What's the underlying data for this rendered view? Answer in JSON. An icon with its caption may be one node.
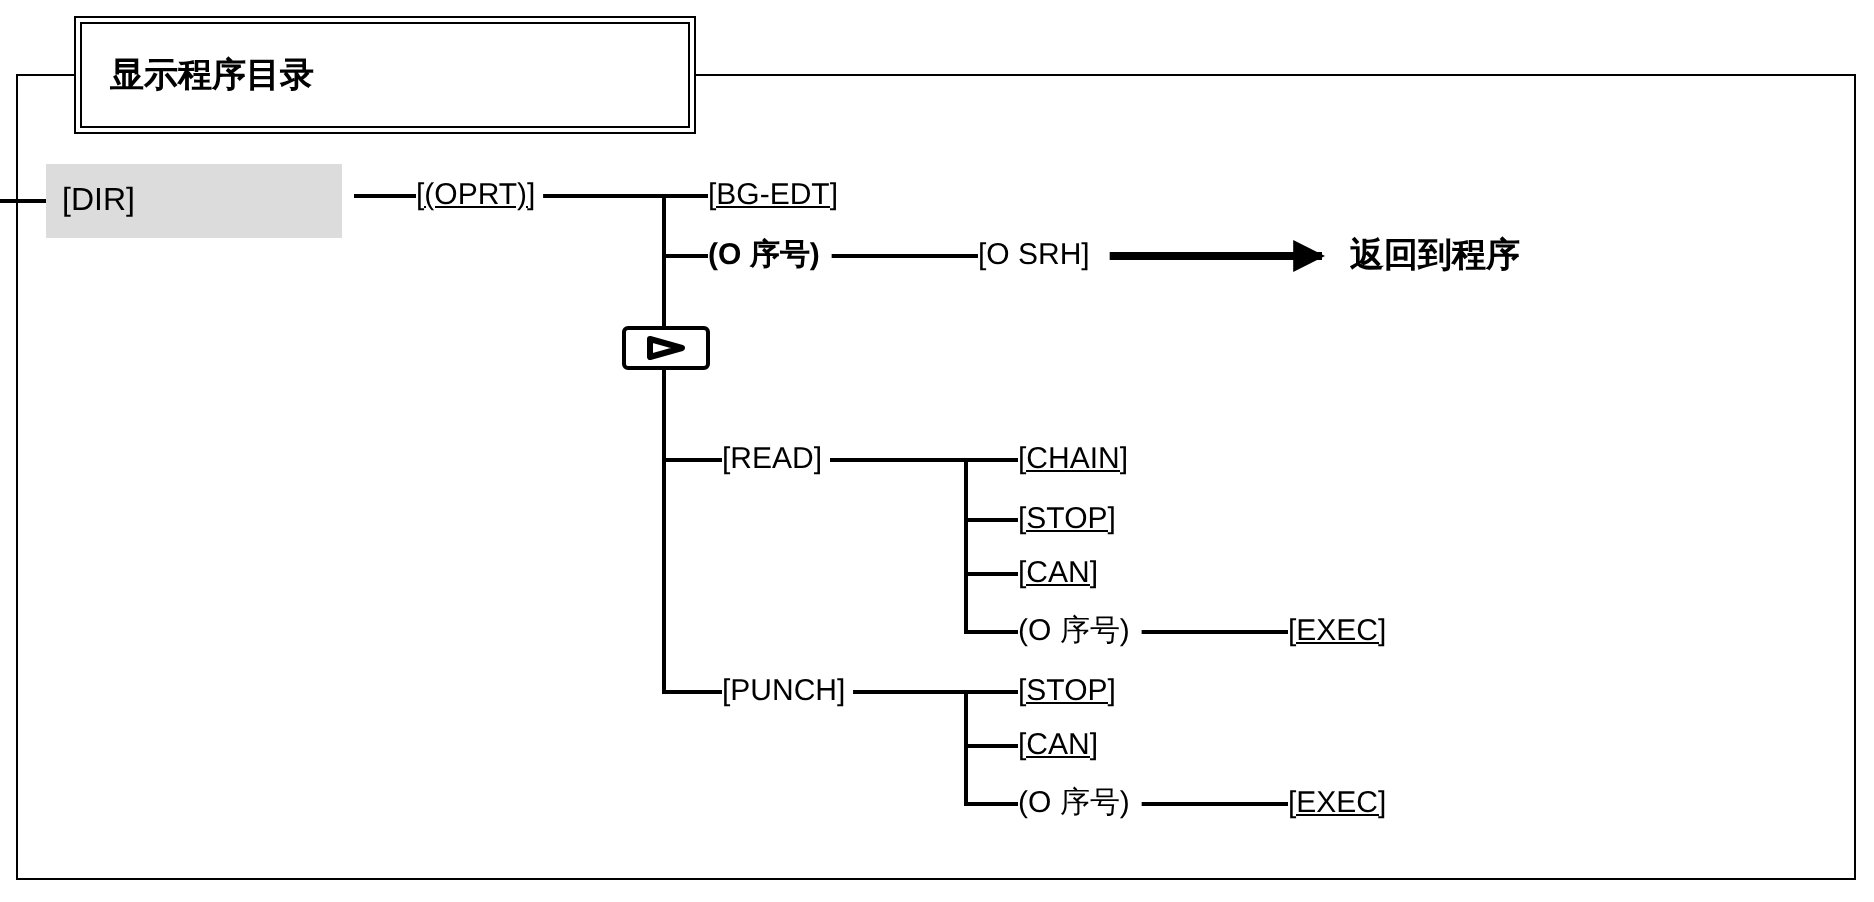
{
  "diagram": {
    "nodes": [
      {
        "text": [],
        "shape": "box"
      },
      {
        "text": [
          "显示程序目录"
        ]
      },
      {
        "text": [
          "[DIR]"
        ],
        "in": 0
      },
      {
        "text": [
          "[(OPRT)]"
        ],
        "in": 0
      },
      {
        "text": [
          "[BG-EDT]"
        ],
        "in": 0
      },
      {
        "text": [
          "(O 序号)"
        ],
        "in": 0
      },
      {
        "text": [
          "[O SRH]"
        ],
        "in": 0
      },
      {
        "text": [
          "返回到程序"
        ],
        "in": 0
      },
      {
        "text": [],
        "shape": "box",
        "in": 0
      },
      {
        "text": [
          "[READ]"
        ],
        "in": 0
      },
      {
        "text": [
          "[CHAIN]"
        ],
        "in": 0
      },
      {
        "text": [
          "[STOP]"
        ],
        "in": 0
      },
      {
        "text": [
          "[CAN]"
        ],
        "in": 0
      },
      {
        "text": [
          "(O 序号)"
        ],
        "in": 0
      },
      {
        "text": [
          "[EXEC]"
        ],
        "in": 0
      },
      {
        "text": [
          "[PUNCH]"
        ],
        "in": 0
      },
      {
        "text": [
          "[STOP]"
        ],
        "in": 0
      },
      {
        "text": [
          "[CAN]"
        ],
        "in": 0
      },
      {
        "text": [
          "(O 序号)"
        ],
        "in": 0
      },
      {
        "text": [
          "[EXEC]"
        ],
        "in": 0
      }
    ],
    "edges": [
      {
        "from": null,
        "to": 2,
        "arrow": "none"
      },
      {
        "from": 2,
        "to": 3,
        "arrow": "none"
      },
      {
        "from": 3,
        "to": 4,
        "arrow": "none"
      },
      {
        "from": 3,
        "to": 5,
        "arrow": "none"
      },
      {
        "from": 5,
        "to": 6,
        "arrow": "none"
      },
      {
        "from": 6,
        "to": 7,
        "arrow": "to",
        "style": "thick"
      },
      {
        "from": 3,
        "to": 8,
        "arrow": "none"
      },
      {
        "from": 8,
        "to": 9,
        "arrow": "none"
      },
      {
        "from": 8,
        "to": 15,
        "arrow": "none"
      },
      {
        "from": 9,
        "to": 10,
        "arrow": "none"
      },
      {
        "from": 9,
        "to": 11,
        "arrow": "none"
      },
      {
        "from": 9,
        "to": 12,
        "arrow": "none"
      },
      {
        "from": 9,
        "to": 13,
        "arrow": "none"
      },
      {
        "from": 13,
        "to": 14,
        "arrow": "none"
      },
      {
        "from": 15,
        "to": 16,
        "arrow": "none"
      },
      {
        "from": 15,
        "to": 17,
        "arrow": "none"
      },
      {
        "from": 15,
        "to": 18,
        "arrow": "none"
      },
      {
        "from": 18,
        "to": 19,
        "arrow": "none"
      }
    ]
  }
}
